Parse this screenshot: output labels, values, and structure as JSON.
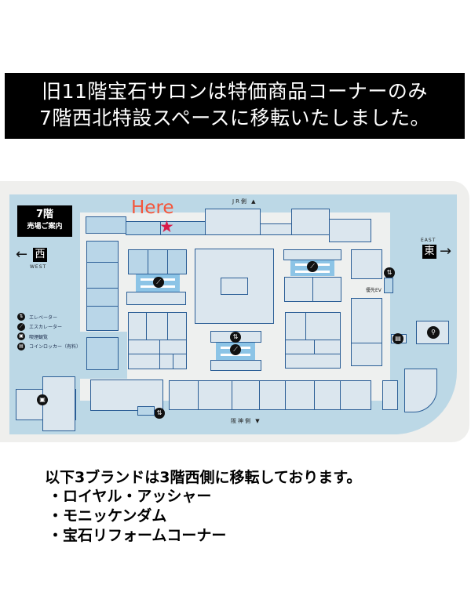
{
  "banner": {
    "line1": "旧11階宝石サロンは特価商品コーナーのみ",
    "line2": "7階西北特設スペースに移転いたしました。"
  },
  "map": {
    "title": "7階",
    "subtitle": "売場ご案内",
    "here_label": "Here",
    "here_marker": "★",
    "north_side": "JR側 ▲",
    "south_side": "阪神側 ▼",
    "west": {
      "kanji": "西",
      "english": "WEST",
      "arrow": "←"
    },
    "east": {
      "kanji": "東",
      "english": "EAST",
      "arrow": "→"
    },
    "priority_ev_label": "優先EV",
    "legend": [
      {
        "icon": "elevator-icon",
        "glyph": "⇅",
        "label": "エレベーター"
      },
      {
        "icon": "escalator-icon",
        "glyph": "⟋",
        "label": "エスカレーター"
      },
      {
        "icon": "smoking-area-icon",
        "glyph": "▣",
        "label": "喫煙観覧"
      },
      {
        "icon": "coin-locker-icon",
        "glyph": "▤",
        "label": "コインロッカー（有料）"
      }
    ],
    "restroom_glyph": "🚻"
  },
  "notice": {
    "heading": "以下3ブランドは3階西側に移転しております。",
    "items": [
      "・ロイヤル・アッシャー",
      "・モニッケンダム",
      "・宝石リフォームコーナー"
    ]
  },
  "colors": {
    "banner_bg": "#000000",
    "map_sea": "#bcd8e6",
    "shop_fill": "#dbe6ee",
    "shop_border": "#2b5e96",
    "here_text": "#f4553a",
    "star": "#d81b4a"
  }
}
